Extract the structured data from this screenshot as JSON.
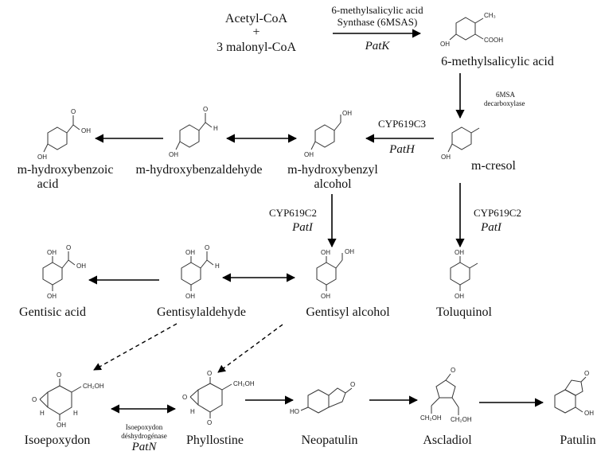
{
  "reactants": {
    "line1": "Acetyl-CoA",
    "plus": "+",
    "line2": "3 malonyl-CoA"
  },
  "step1": {
    "enzyme_line1": "6-methylsalicylic acid",
    "enzyme_line2": "Synthase (6MSAS)",
    "gene": "PatK"
  },
  "step2": {
    "enzyme_line1": "6MSA",
    "enzyme_line2": "decarboxylase"
  },
  "step3": {
    "enzyme": "CYP619C3",
    "gene": "PatH"
  },
  "step4": {
    "enzyme": "CYP619C2",
    "gene": "PatI"
  },
  "step5": {
    "enzyme": "CYP619C2",
    "gene": "PatI"
  },
  "step6": {
    "enzyme_line1": "Isoepoxydon",
    "enzyme_line2": "déshydrogénase",
    "gene": "PatN"
  },
  "compounds": {
    "msa": "6-methylsalicylic acid",
    "mcresol": "m-cresol",
    "hba_alc_line1": "m-hydroxybenzyl",
    "hba_alc_line2": "alcohol",
    "hba_ald": "m-hydroxybenzaldehyde",
    "hba_acid_line1": "m-hydroxybenzoic",
    "hba_acid_line2": "acid",
    "toluquinol": "Toluquinol",
    "gentisyl_alc": "Gentisyl alcohol",
    "gentisyl_ald": "Gentisylaldehyde",
    "gentisic": "Gentisic acid",
    "isoepoxydon": "Isoepoxydon",
    "phyllostine": "Phyllostine",
    "neopatulin": "Neopatulin",
    "ascladiol": "Ascladiol",
    "patulin": "Patulin"
  },
  "atoms": {
    "oh": "OH",
    "o": "O",
    "h": "H",
    "cooh": "COOH",
    "ch3": "CH₃",
    "ch2oh": "CH₂OH",
    "ho": "HO",
    "oh_short": "OH"
  }
}
